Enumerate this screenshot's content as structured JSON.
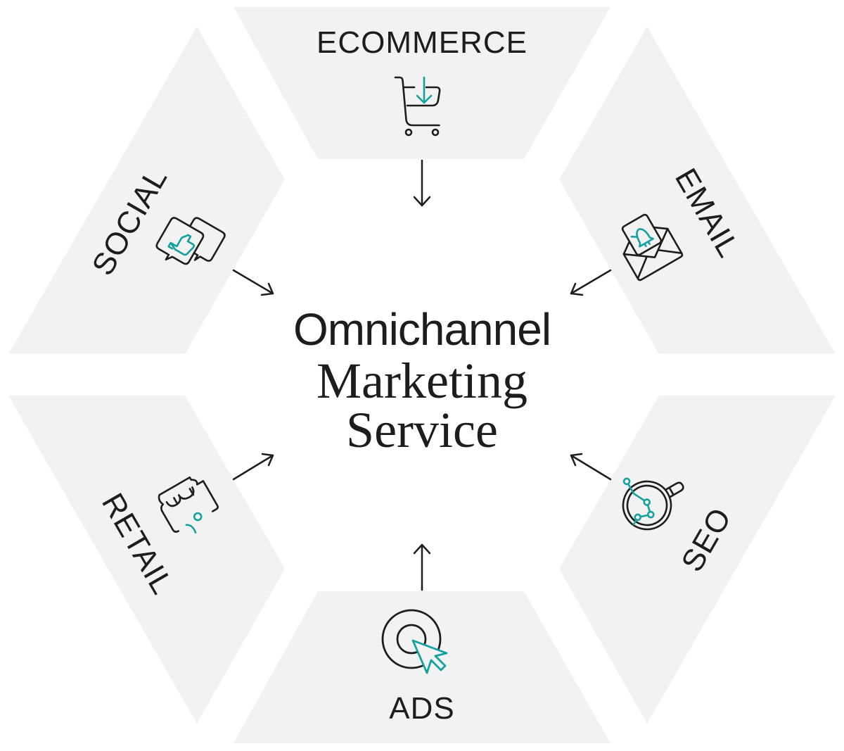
{
  "colors": {
    "panel": "#f2f2f2",
    "ink": "#1d1d1b",
    "accent": "#15a0a0",
    "background": "#ffffff"
  },
  "title": {
    "line1": "Omnichannel",
    "line2": "Marketing",
    "line3": "Service"
  },
  "channels": [
    {
      "id": "ecommerce",
      "label": "ECOMMERCE",
      "icon": "shopping-cart-download-icon",
      "position": "top",
      "arrow": "down"
    },
    {
      "id": "email",
      "label": "EMAIL",
      "icon": "envelope-bell-icon",
      "position": "upper-right",
      "arrow": "toward-center"
    },
    {
      "id": "seo",
      "label": "SEO",
      "icon": "magnifier-chart-icon",
      "position": "lower-right",
      "arrow": "toward-center"
    },
    {
      "id": "ads",
      "label": "ADS",
      "icon": "target-cursor-icon",
      "position": "bottom",
      "arrow": "up"
    },
    {
      "id": "retail",
      "label": "RETAIL",
      "icon": "storefront-person-icon",
      "position": "lower-left",
      "arrow": "toward-center"
    },
    {
      "id": "social",
      "label": "SOCIAL",
      "icon": "chat-thumbs-up-icon",
      "position": "upper-left",
      "arrow": "toward-center"
    }
  ]
}
